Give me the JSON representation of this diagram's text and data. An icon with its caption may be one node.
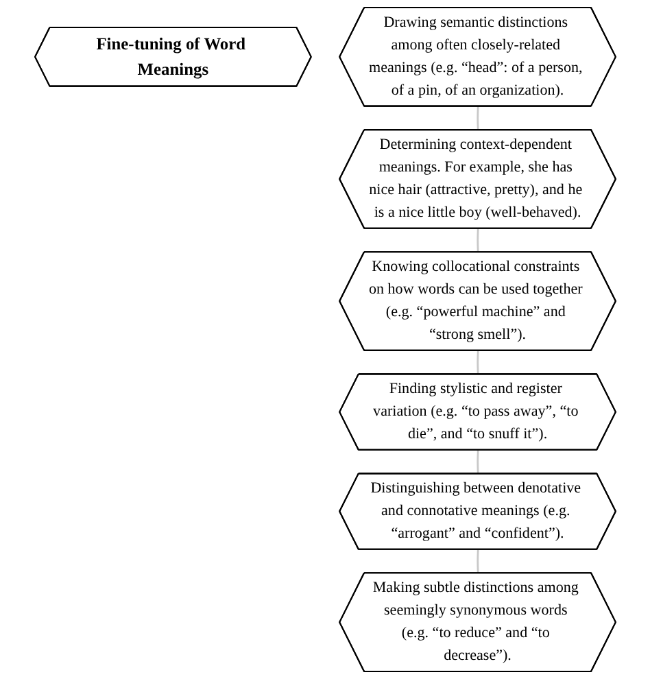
{
  "diagram": {
    "nodes": [
      {
        "text": [
          "Fine-tuning of Word Meanings"
        ]
      },
      {
        "text": [
          "Drawing semantic distinctions among often closely-related meanings (e.g. “head”: of a person, of a pin, of an organization)."
        ]
      },
      {
        "text": [
          "Determining context-dependent meanings. For example, she has nice hair (attractive, pretty), and he is a nice little boy (well-behaved)."
        ]
      },
      {
        "text": [
          "Knowing collocational constraints on how words can be used together (e.g. “powerful machine” and “strong smell”)."
        ]
      },
      {
        "text": [
          "Finding stylistic and register variation (e.g. “to pass away”, “to die”, and “to snuff it”)."
        ]
      },
      {
        "text": [
          "Distinguishing between denotative and connotative meanings (e.g. “arrogant” and “confident”)."
        ]
      },
      {
        "text": [
          "Making subtle distinctions among seemingly synonymous words (e.g. “to reduce” and “to decrease”)."
        ]
      }
    ],
    "edges": [
      {
        "from": 1,
        "to": 2,
        "arrow": "none"
      },
      {
        "from": 2,
        "to": 3,
        "arrow": "none"
      },
      {
        "from": 3,
        "to": 4,
        "arrow": "none"
      },
      {
        "from": 4,
        "to": 5,
        "arrow": "none"
      },
      {
        "from": 5,
        "to": 6,
        "arrow": "none"
      }
    ]
  }
}
